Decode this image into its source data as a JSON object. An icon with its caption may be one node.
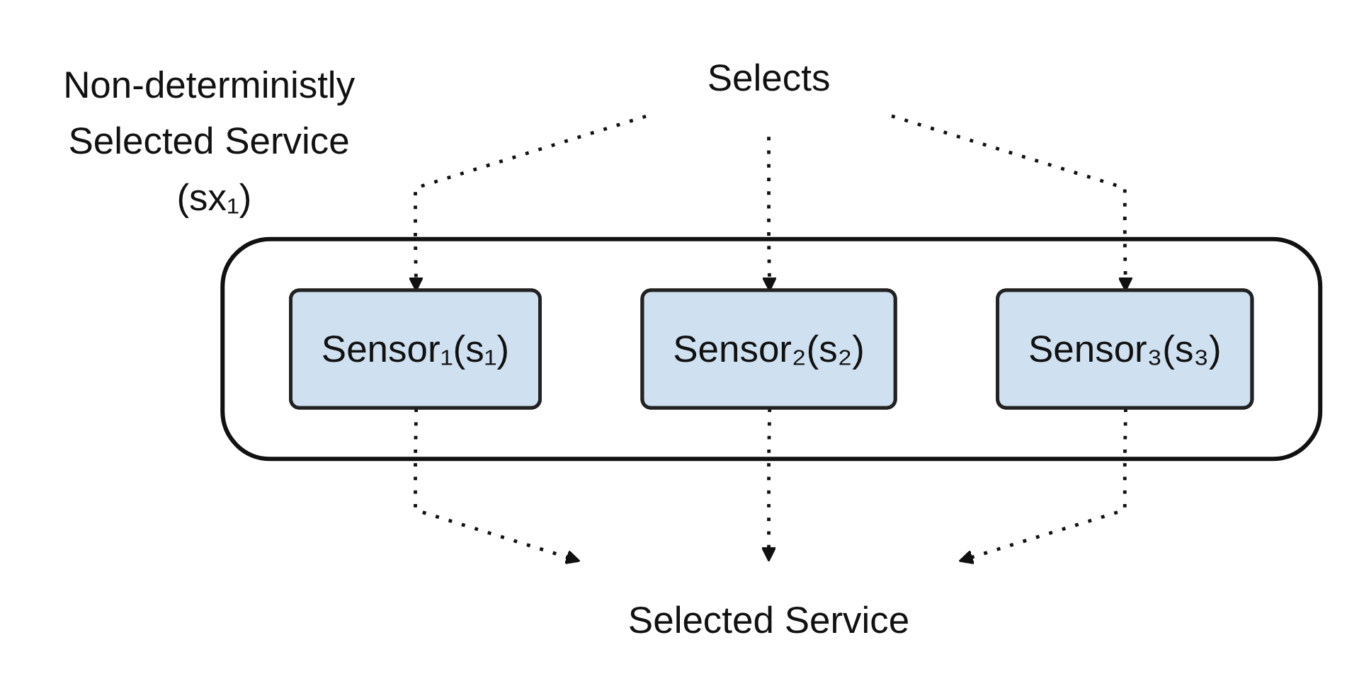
{
  "diagram": {
    "nodes": [
      {
        "text": [
          "Selects"
        ]
      },
      {
        "text": [
          "Non-deterministly Selected Service (sx₁)"
        ]
      },
      {
        "text": [
          "Sensor₁(s₁)"
        ],
        "in": 1
      },
      {
        "text": [
          "Sensor₂(s₂)"
        ],
        "in": 1
      },
      {
        "text": [
          "Sensor₃(s₃)"
        ],
        "in": 1
      },
      {
        "text": [
          "Selected Service"
        ]
      }
    ],
    "edges": [
      {
        "from": 0,
        "to": 2,
        "arrow": "to",
        "style": "dashed"
      },
      {
        "from": 0,
        "to": 3,
        "arrow": "to",
        "style": "dashed"
      },
      {
        "from": 0,
        "to": 4,
        "arrow": "to",
        "style": "dashed"
      },
      {
        "from": 2,
        "to": 5,
        "arrow": "to",
        "style": "dashed"
      },
      {
        "from": 3,
        "to": 5,
        "arrow": "to",
        "style": "dashed"
      },
      {
        "from": 4,
        "to": 5,
        "arrow": "to",
        "style": "dashed"
      }
    ]
  }
}
